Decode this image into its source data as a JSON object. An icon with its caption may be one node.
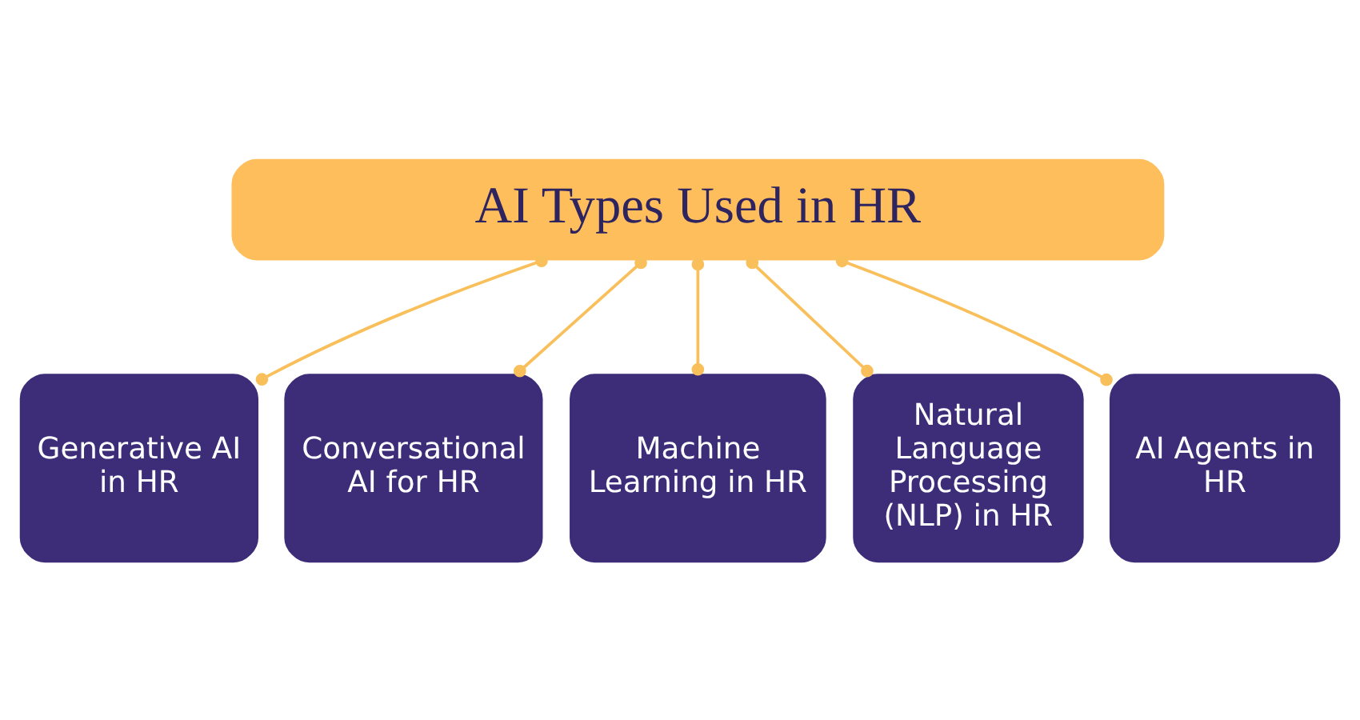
{
  "diagram": {
    "nodes": [
      {
        "text": [
          "AI Types Used in HR"
        ]
      },
      {
        "text": [
          "Generative AI in HR"
        ]
      },
      {
        "text": [
          "Conversational AI for HR"
        ]
      },
      {
        "text": [
          "Machine Learning in HR"
        ]
      },
      {
        "text": [
          "Natural Language Processing (NLP) in HR"
        ]
      },
      {
        "text": [
          "AI Agents in HR"
        ]
      }
    ],
    "edges": [
      {
        "from": 0,
        "to": 1,
        "arrow": "other"
      },
      {
        "from": 0,
        "to": 2,
        "arrow": "other"
      },
      {
        "from": 0,
        "to": 3,
        "arrow": "other"
      },
      {
        "from": 0,
        "to": 4,
        "arrow": "other"
      },
      {
        "from": 0,
        "to": 5,
        "arrow": "other"
      }
    ]
  }
}
